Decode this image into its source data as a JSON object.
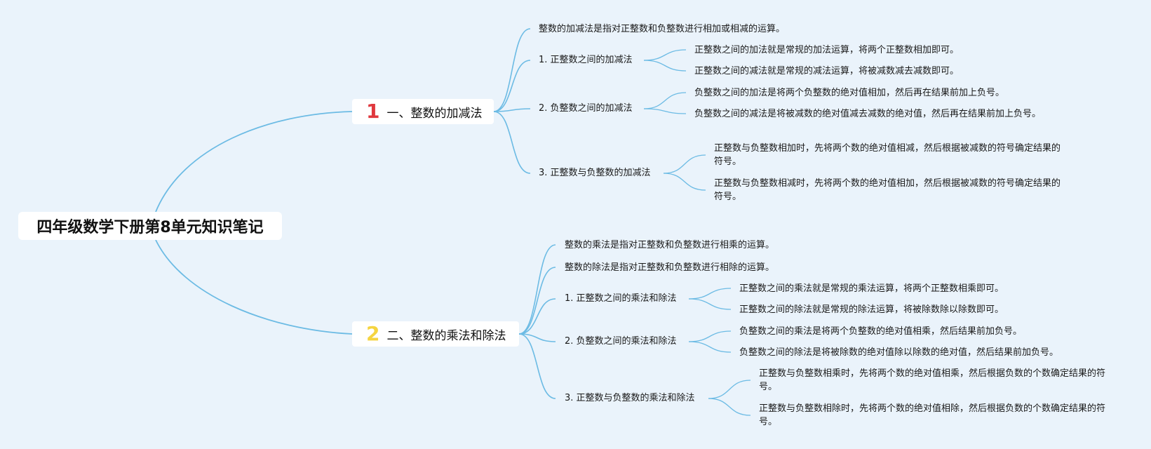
{
  "root": {
    "title": "四年级数学下册第8单元知识笔记"
  },
  "colors": {
    "link": "#6cbbe4",
    "badge1": "#e0383e",
    "badge2": "#f5d440",
    "background": "#eaf3fb"
  },
  "branches": [
    {
      "badge": "1",
      "title": "一、整数的加减法",
      "intro": [
        "整数的加减法是指对正整数和负整数进行相加或相减的运算。"
      ],
      "subs": [
        {
          "title": "1. 正整数之间的加减法",
          "leaves": [
            "正整数之间的加法就是常规的加法运算，将两个正整数相加即可。",
            "正整数之间的减法就是常规的减法运算，将被减数减去减数即可。"
          ]
        },
        {
          "title": "2. 负整数之间的加减法",
          "leaves": [
            "负整数之间的加法是将两个负整数的绝对值相加，然后再在结果前加上负号。",
            "负整数之间的减法是将被减数的绝对值减去减数的绝对值，然后再在结果前加上负号。"
          ]
        },
        {
          "title": "3. 正整数与负整数的加减法",
          "leaves": [
            "正整数与负整数相加时，先将两个数的绝对值相减，然后根据被减数的符号确定结果的符号。",
            "正整数与负整数相减时，先将两个数的绝对值相加，然后根据被减数的符号确定结果的符号。"
          ]
        }
      ]
    },
    {
      "badge": "2",
      "title": "二、整数的乘法和除法",
      "intro": [
        "整数的乘法是指对正整数和负整数进行相乘的运算。",
        "整数的除法是指对正整数和负整数进行相除的运算。"
      ],
      "subs": [
        {
          "title": "1. 正整数之间的乘法和除法",
          "leaves": [
            "正整数之间的乘法就是常规的乘法运算，将两个正整数相乘即可。",
            "正整数之间的除法就是常规的除法运算，将被除数除以除数即可。"
          ]
        },
        {
          "title": "2. 负整数之间的乘法和除法",
          "leaves": [
            "负整数之间的乘法是将两个负整数的绝对值相乘，然后结果前加负号。",
            "负整数之间的除法是将被除数的绝对值除以除数的绝对值，然后结果前加负号。"
          ]
        },
        {
          "title": "3. 正整数与负整数的乘法和除法",
          "leaves": [
            "正整数与负整数相乘时，先将两个数的绝对值相乘，然后根据负数的个数确定结果的符号。",
            "正整数与负整数相除时，先将两个数的绝对值相除，然后根据负数的个数确定结果的符号。"
          ]
        }
      ]
    }
  ]
}
